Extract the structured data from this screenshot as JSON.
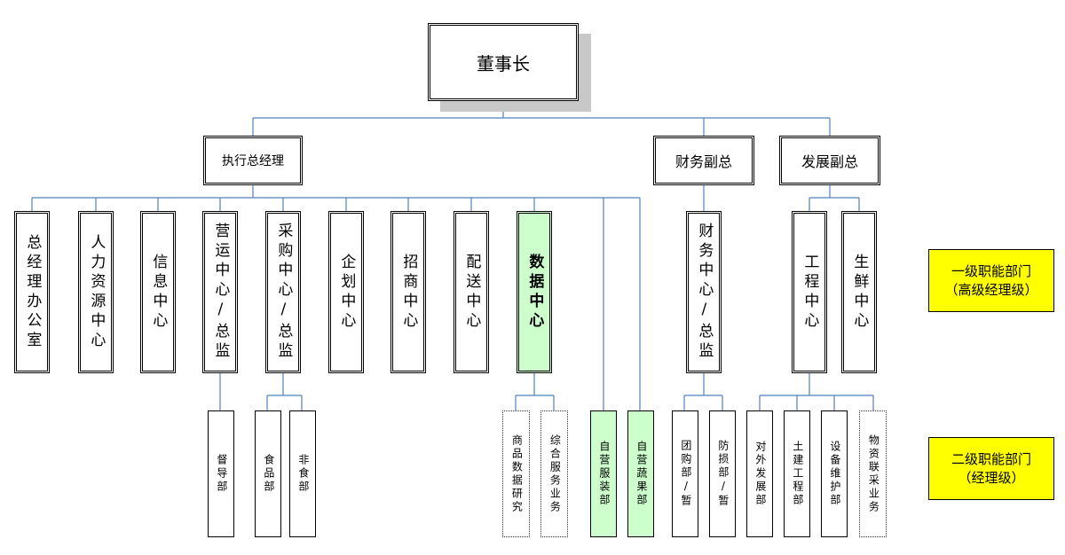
{
  "colors": {
    "connector": "#4f81bd",
    "highlight": "#ccffcc",
    "legend": "#ffff00",
    "shadow": "#c8c8c8"
  },
  "chairman": "董事长",
  "vice": {
    "exec": "执行总经理",
    "finance": "财务副总",
    "development": "发展副总"
  },
  "level1": {
    "general_office": "总经理办公室",
    "hr": "人力资源中心",
    "info": "信息中心",
    "operations": "营运中心/总监",
    "purchasing": "采购中心/总监",
    "planning": "企划中心",
    "leasing": "招商中心",
    "distribution": "配送中心",
    "data": "数据中心",
    "finance_center": "财务中心/总监",
    "engineering": "工程中心",
    "fresh": "生鲜中心"
  },
  "level2": {
    "supervision": "督导部",
    "food": "食品部",
    "nonfood": "非食部",
    "product_data": "商品数据研究",
    "integrated_services": "综合服务业务",
    "own_apparel": "自营服装部",
    "own_produce": "自营蔬果部",
    "group_buying": "团购部/暂",
    "loss_prevention": "防损部/暂",
    "external_dev": "对外发展部",
    "civil_eng": "土建工程部",
    "equipment": "设备维护部",
    "property": "物资联采业务"
  },
  "legend": {
    "level1_title": "一级职能部门",
    "level1_sub": "（高级经理级）",
    "level2_title": "二级职能部门",
    "level2_sub": "（经理级）"
  }
}
